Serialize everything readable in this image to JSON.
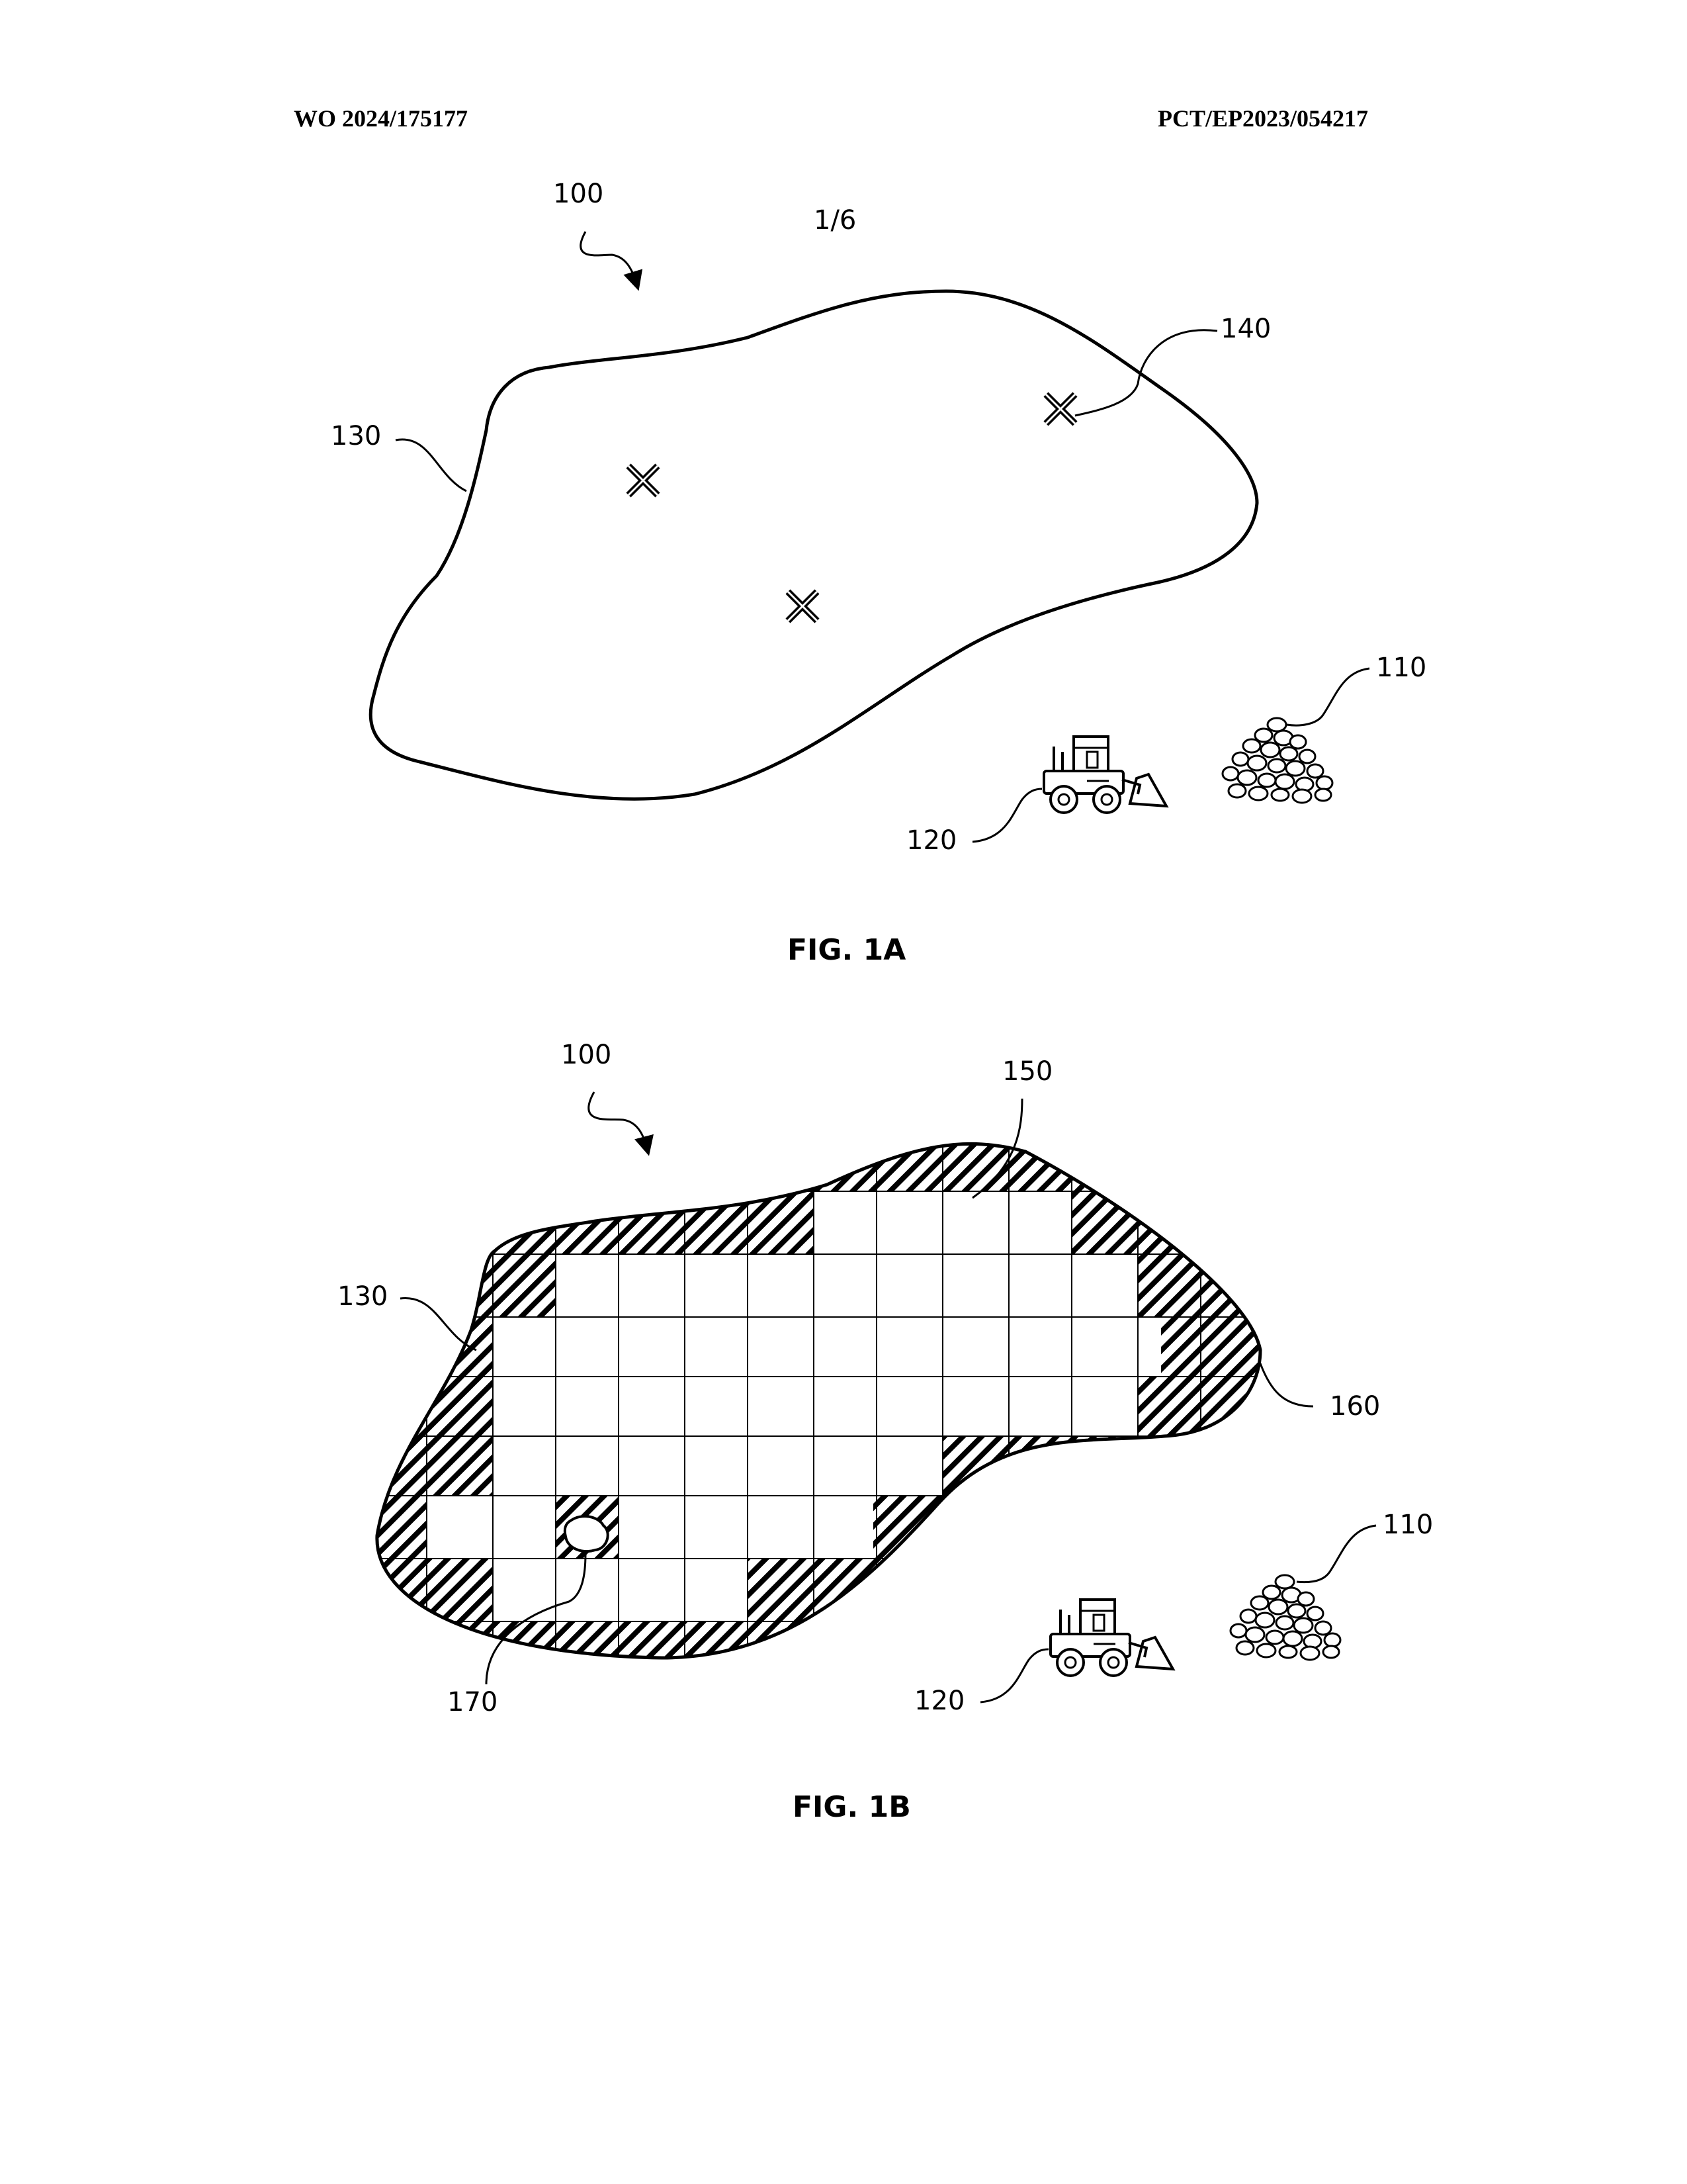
{
  "header": {
    "publication_number": "WO 2024/175177",
    "application_number": "PCT/EP2023/054217"
  },
  "sheet_number": "1/6",
  "figures": [
    {
      "id": "fig-1a",
      "caption": "FIG. 1A",
      "labels": {
        "system": "100",
        "area": "130",
        "markers": "140",
        "material": "110",
        "vehicle": "120"
      }
    },
    {
      "id": "fig-1b",
      "caption": "FIG. 1B",
      "labels": {
        "system": "100",
        "area": "130",
        "cells": "150",
        "boundary": "160",
        "obstacle": "170",
        "material": "110",
        "vehicle": "120"
      }
    }
  ],
  "icons": [
    "cross-marker-icon",
    "loader-vehicle-icon",
    "rock-pile-icon"
  ]
}
